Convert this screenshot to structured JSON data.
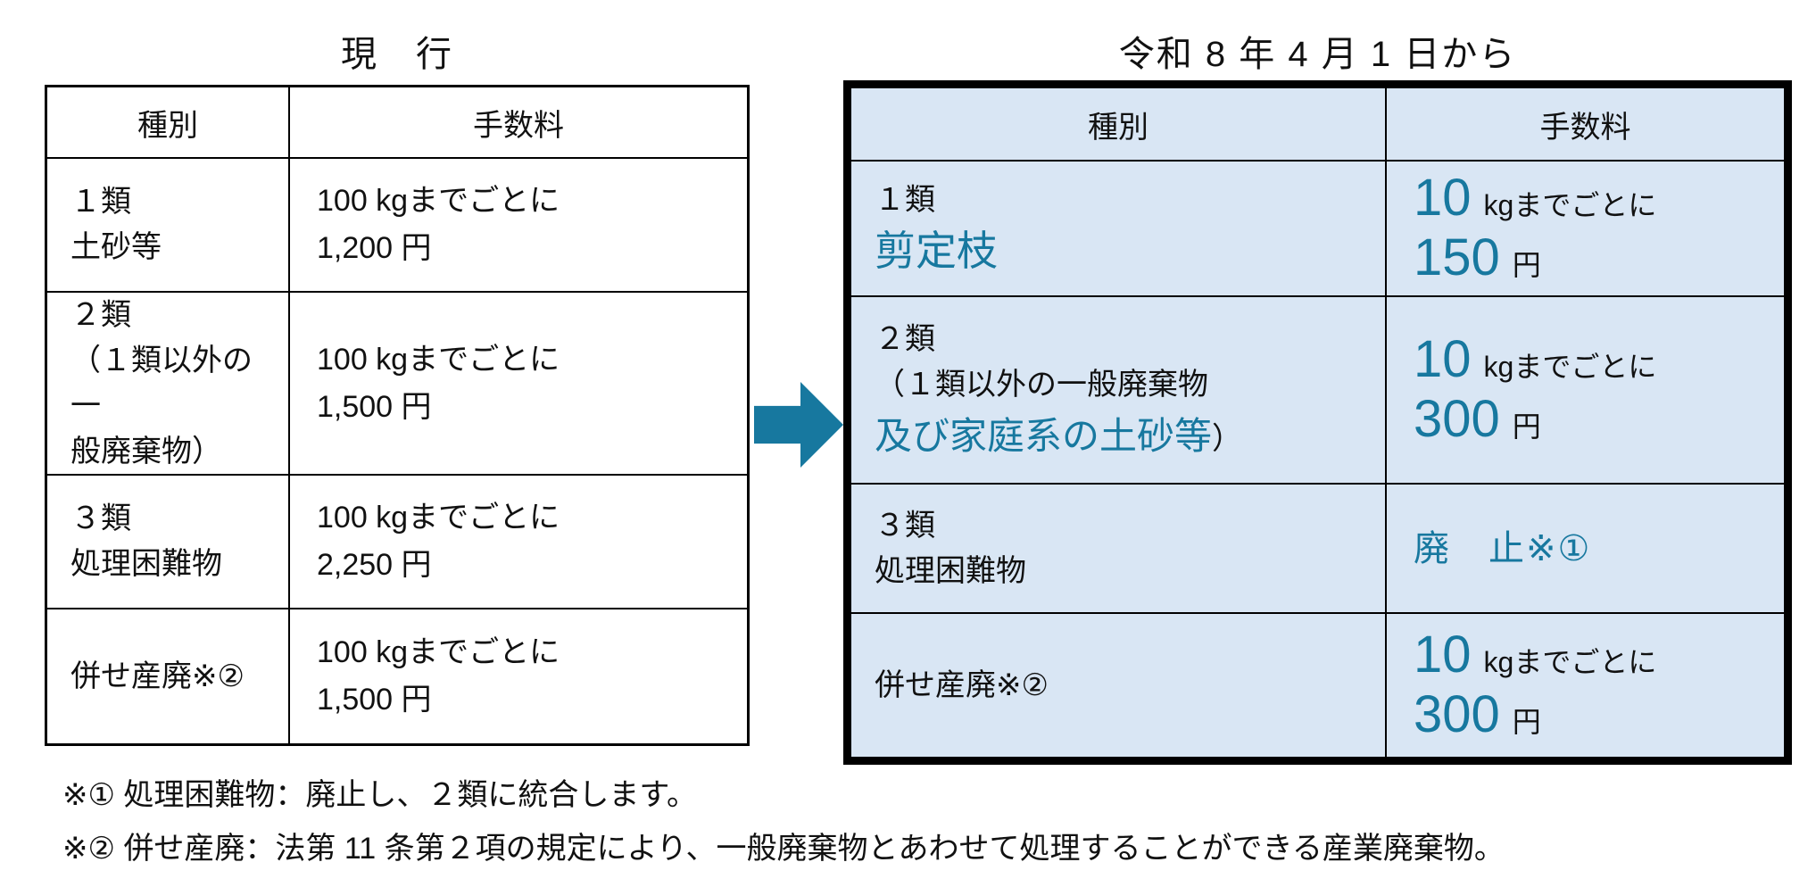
{
  "titles": {
    "current": "現　行",
    "new": "令和 8 年 4 月 1 日から"
  },
  "colors": {
    "accent": "#17789f",
    "table_bg": "#d9e6f4"
  },
  "current_table": {
    "headers": {
      "type": "種別",
      "fee": "手数料"
    },
    "rows": [
      {
        "type_line1": "１類",
        "type_line2": "土砂等",
        "fee_line1": "100 kgまでごとに",
        "fee_line2": "1,200 円"
      },
      {
        "type_line1": "２類",
        "type_line2": "（１類以外の一",
        "type_line3": "般廃棄物）",
        "fee_line1": "100 kgまでごとに",
        "fee_line2": "1,500 円"
      },
      {
        "type_line1": "３類",
        "type_line2": "処理困難物",
        "fee_line1": "100 kgまでごとに",
        "fee_line2": "2,250 円"
      },
      {
        "type_line1": "併せ産廃※②",
        "fee_line1": "100 kgまでごとに",
        "fee_line2": "1,500 円"
      }
    ]
  },
  "new_table": {
    "headers": {
      "type": "種別",
      "fee": "手数料"
    },
    "rows": [
      {
        "type_line1": "１類",
        "type_highlight": "剪定枝",
        "fee_amount": "10",
        "fee_unit": "kgまでごとに",
        "fee_price": "150",
        "fee_yen": "円"
      },
      {
        "type_line1": "２類",
        "type_line2": "（１類以外の一般廃棄物",
        "type_highlight": "及び家庭系の土砂等",
        "type_suffix": "）",
        "fee_amount": "10",
        "fee_unit": "kgまでごとに",
        "fee_price": "300",
        "fee_yen": "円"
      },
      {
        "type_line1": "３類",
        "type_line2": "処理困難物",
        "fee_special": "廃　止※①"
      },
      {
        "type_line1": "併せ産廃※②",
        "fee_amount": "10",
        "fee_unit": "kgまでごとに",
        "fee_price": "300",
        "fee_yen": "円"
      }
    ]
  },
  "footnotes": [
    "※① 処理困難物：廃止し、２類に統合します。",
    "※② 併せ産廃：法第 11 条第２項の規定により、一般廃棄物とあわせて処理することができる産業廃棄物。"
  ]
}
